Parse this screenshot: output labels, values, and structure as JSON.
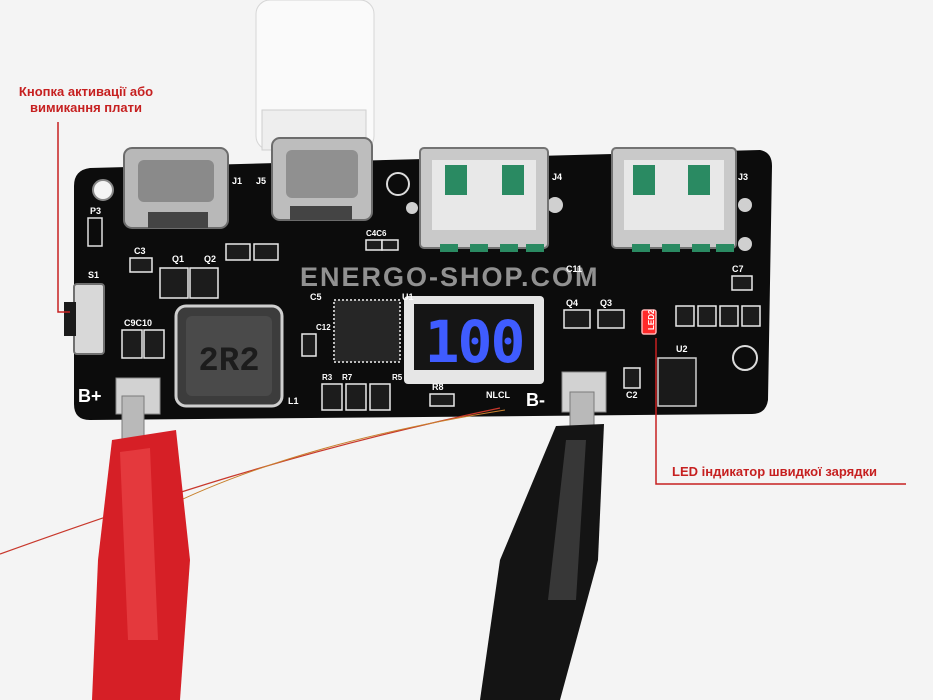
{
  "annotations": {
    "button_line1": "Кнопка активації або",
    "button_line2": "вимикання плати",
    "led_label": "LED індикатор швидкої зарядки"
  },
  "watermark": "ENERGO-SHOP.COM",
  "display": {
    "value": "100"
  },
  "inductor_marking": "2R2",
  "pcb_labels": {
    "b_plus": "B+",
    "b_minus": "B-",
    "j1": "J1",
    "j5": "J5",
    "j4": "J4",
    "j3": "J3",
    "p3": "P3",
    "s1": "S1",
    "c3": "C3",
    "q1": "Q1",
    "q2": "Q2",
    "c5": "C5",
    "c4c6": "C4C6",
    "c9c10": "C9C10",
    "c12": "C12",
    "l1": "L1",
    "u1": "U1",
    "u2": "U2",
    "r8": "R8",
    "q4": "Q4",
    "q3": "Q3",
    "c7": "C7",
    "c11": "C11",
    "c2": "C2",
    "led2": "LED2",
    "nlc": "NLCL",
    "r3": "R3",
    "r7": "R7",
    "r5": "R5"
  },
  "colors": {
    "pcb": "#0c0c0c",
    "annotation": "#c62020",
    "display_digits": "#3f5cff",
    "led": "#ff2a2a"
  }
}
